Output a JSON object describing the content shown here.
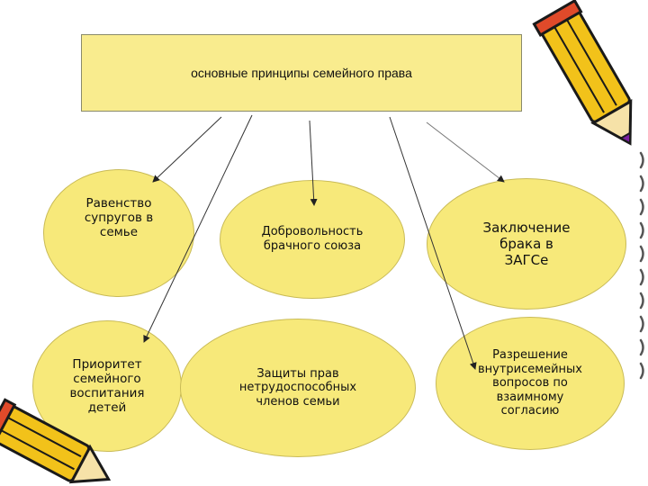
{
  "title": "основные принципы семейного права",
  "principles": [
    "Равенство\nсупругов в\nсемье",
    "Добровольность\nбрачного союза",
    "Заключение\nбрака в\nЗАГСе",
    "Приоритет\nсемейного\nвоспитания\nдетей",
    "Защиты прав\nнетрудоспособных\nчленов семьи",
    "Разрешение\nвнутрисемейных\nвопросов по\nвзаимному\nсогласию"
  ],
  "colors": {
    "box_fill": "#f9ec8e",
    "ellipse_fill": "#f7e97a",
    "pencil_body": "#f2c21a",
    "pencil_outline": "#1a1a1a"
  },
  "decorations": [
    "pencil-icon-top-right",
    "pencil-icon-bottom-left"
  ]
}
